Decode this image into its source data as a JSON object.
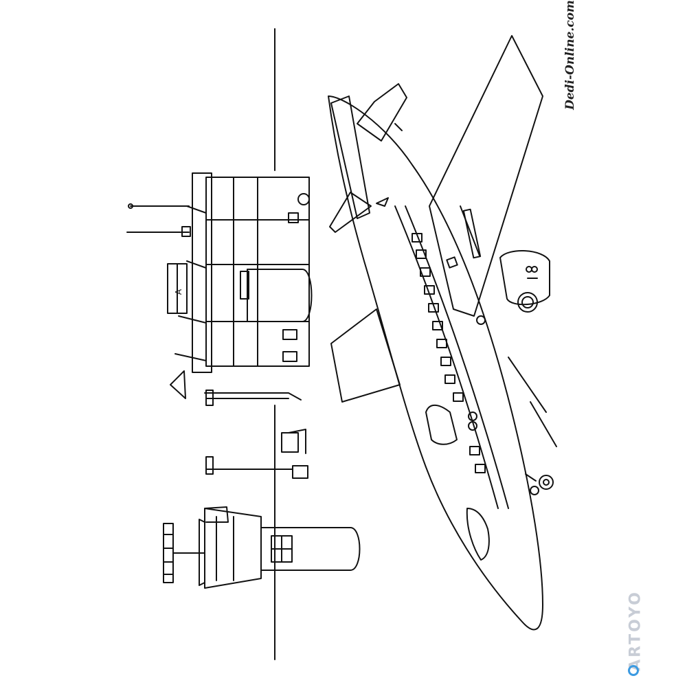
{
  "scene": {
    "description_tags": [
      "airplane",
      "terminal-building",
      "control-tower",
      "boarding-gate",
      "coloring-page"
    ],
    "line_color": "#111111",
    "background_color": "#ffffff"
  },
  "watermarks": {
    "site": "Dedi-Online.com",
    "brand": "ARTOYO",
    "brand_color": "#c8cdd6",
    "brand_accent": "#3b9ae1"
  }
}
